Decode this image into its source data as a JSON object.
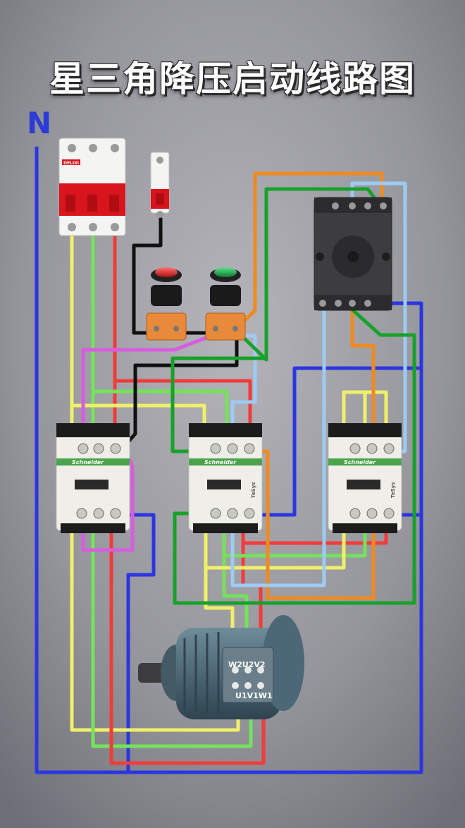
{
  "title": "星三角降压启动线路图",
  "neutral_label": "N",
  "breaker_brand": "DELIXI",
  "contactor_brand": "Schneider",
  "contactor_side_label": "TeSys",
  "motor_top_terminals": "W2U2V2",
  "motor_bottom_terminals": "U1V1W1",
  "colors": {
    "neutral": "#2b36e0",
    "phase_yellow": "#f1ef6a",
    "phase_green": "#74e35a",
    "phase_red": "#f23b3b",
    "control_black": "#111111",
    "control_magenta": "#d85ce0",
    "control_orange": "#f08a1e",
    "control_lightblue": "#9ecbf4",
    "control_darkgreen": "#18a12a",
    "breaker_red": "#d8141c",
    "contactor_body": "#efeee8",
    "background": "#8e8e96"
  }
}
